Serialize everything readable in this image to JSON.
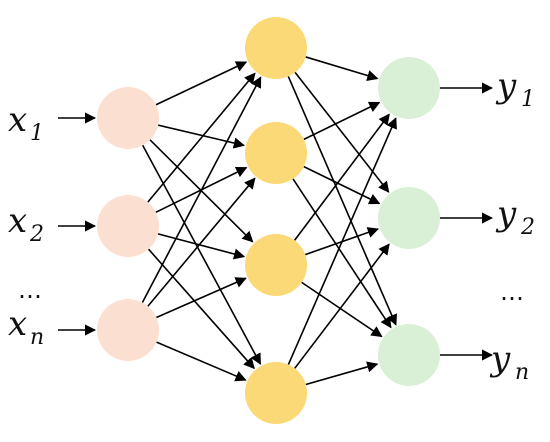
{
  "colors": {
    "input_node": "#FBE0D2",
    "hidden_node": "#FCD977",
    "output_node": "#DAF0D6",
    "edge": "#000000"
  },
  "inputs": [
    {
      "var": "x",
      "sub": "1"
    },
    {
      "var": "x",
      "sub": "2"
    },
    {
      "var": "x",
      "sub": "n"
    }
  ],
  "outputs": [
    {
      "var": "y",
      "sub": "1"
    },
    {
      "var": "y",
      "sub": "2"
    },
    {
      "var": "y",
      "sub": "n"
    }
  ],
  "ellipsis": "…",
  "layers": {
    "input_count": 3,
    "hidden_count": 4,
    "output_count": 3
  }
}
